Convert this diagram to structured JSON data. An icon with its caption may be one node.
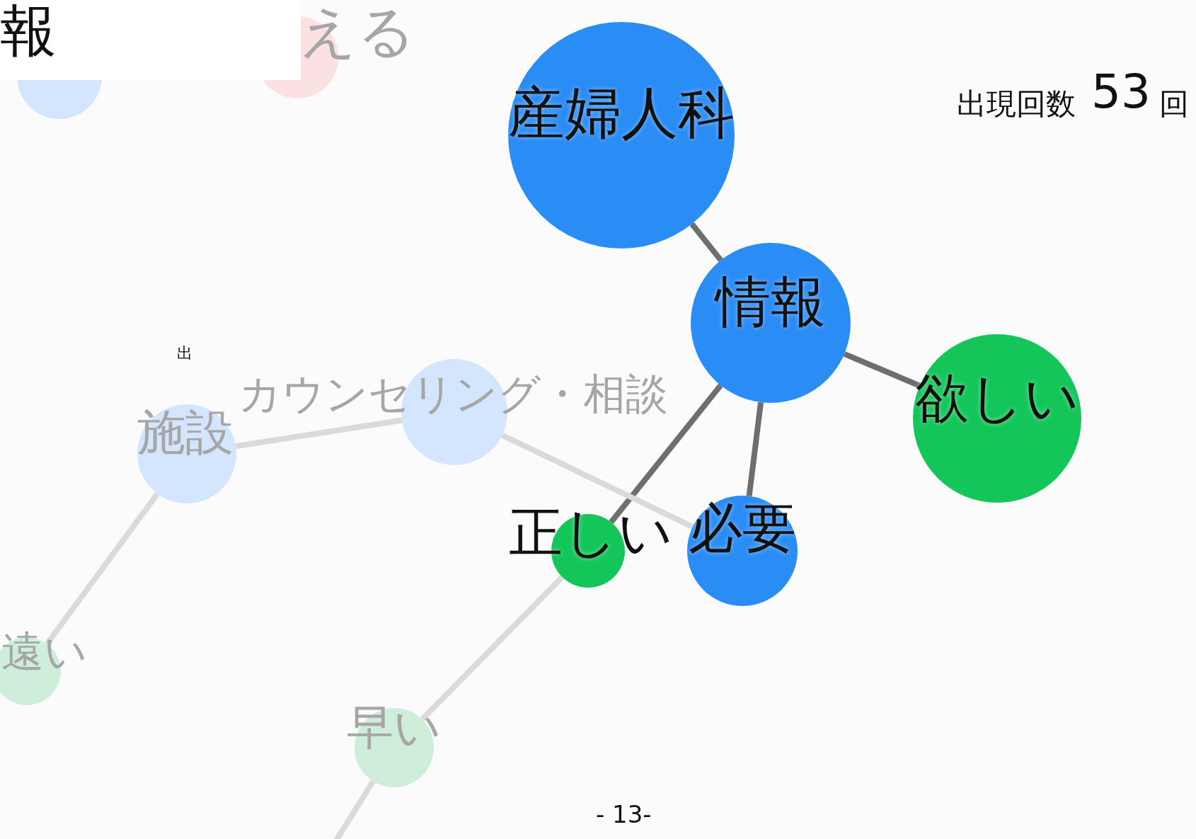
{
  "diagram": {
    "nodes": [
      {
        "text": [],
        "shape": "circle"
      },
      {
        "text": [
          "える"
        ]
      },
      {
        "text": [
          "産婦人科"
        ]
      },
      {
        "text": [
          "情報"
        ]
      },
      {
        "text": [
          "カウンセリング・相談"
        ]
      },
      {
        "text": [
          "欲しい"
        ]
      },
      {
        "text": [
          "施設"
        ]
      },
      {
        "text": [
          "正しい"
        ]
      },
      {
        "text": [
          "必要"
        ]
      },
      {
        "text": [
          "遠い"
        ]
      },
      {
        "text": [
          "早い"
        ]
      }
    ],
    "edges": [
      {
        "from": 2,
        "to": 3,
        "arrow": "none",
        "color": "#6e6e6e"
      },
      {
        "from": 3,
        "to": 5,
        "arrow": "none",
        "color": "#6e6e6e"
      },
      {
        "from": 3,
        "to": 7,
        "arrow": "none",
        "color": "#6e6e6e"
      },
      {
        "from": 3,
        "to": 8,
        "arrow": "none",
        "color": "#6e6e6e"
      },
      {
        "from": 6,
        "to": 4,
        "arrow": "none"
      },
      {
        "from": 4,
        "to": 8,
        "arrow": "none"
      },
      {
        "from": 6,
        "to": 9,
        "arrow": "none"
      },
      {
        "from": 7,
        "to": 10,
        "arrow": "none"
      },
      {
        "from": 10,
        "to": null,
        "arrow": "none"
      }
    ],
    "labels": [
      "報",
      "出",
      "出現回数",
      "53",
      "回",
      "- 13-"
    ]
  }
}
